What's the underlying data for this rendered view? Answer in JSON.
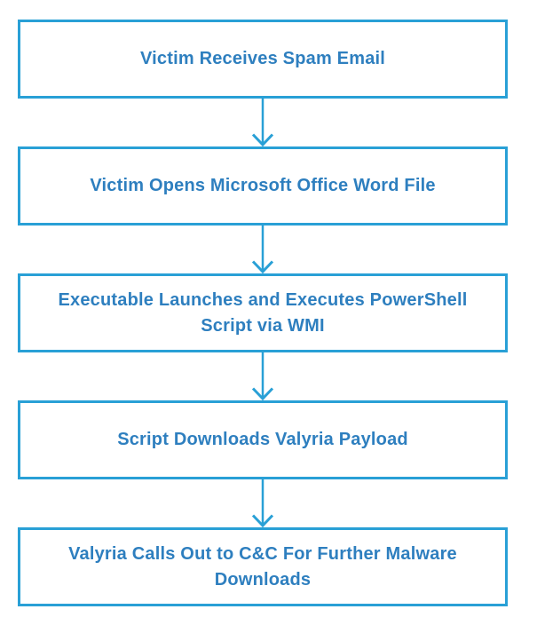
{
  "flowchart": {
    "steps": [
      {
        "label": "Victim Receives Spam Email"
      },
      {
        "label": "Victim Opens Microsoft Office Word File"
      },
      {
        "label": "Executable Launches and Executes PowerShell Script via WMI"
      },
      {
        "label": "Script Downloads Valyria Payload"
      },
      {
        "label": "Valyria Calls Out to C&C For Further Malware Downloads"
      }
    ],
    "colors": {
      "box_border": "#29A0D6",
      "text": "#2E7FBF",
      "arrow": "#29A0D6",
      "background": "#FFFFFF"
    },
    "icons": {
      "connector": "arrow-down-icon"
    }
  }
}
